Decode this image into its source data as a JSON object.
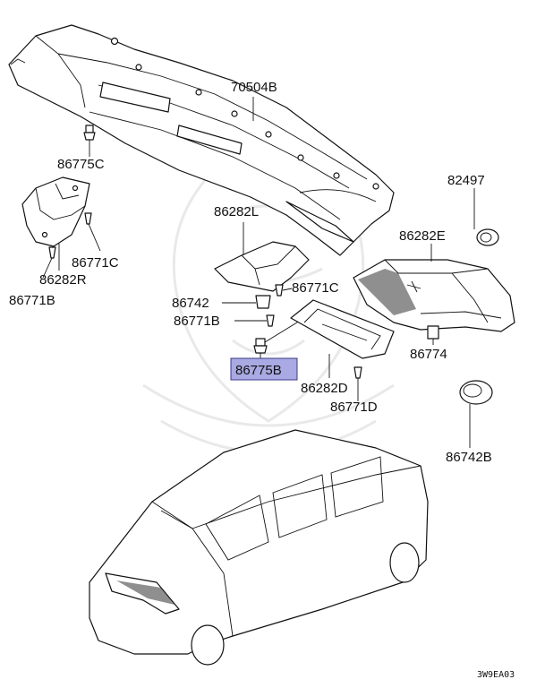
{
  "colors": {
    "highlight": "#a9a9e3",
    "line": "#111111",
    "watermark": "#e9e9e9"
  },
  "labels": {
    "cowl_top_panel": "70504B",
    "bolt_86775C": "86775C",
    "bracket_86282R": "86282R",
    "screw_86771C_left": "86771C",
    "screw_86771B_left": "86771B",
    "bracket_86282L": "86282L",
    "clip_86742": "86742",
    "screw_86771C_center": "86771C",
    "screw_86771B_center": "86771B",
    "bolt_86775B": "86775B",
    "bracket_86282D": "86282D",
    "screw_86771D": "86771D",
    "grommet_82497": "82497",
    "bracket_86282E": "86282E",
    "clip_86774": "86774",
    "cap_86742B": "86742B",
    "diagram_code": "3W9EA03"
  },
  "highlighted_part": "86775B"
}
